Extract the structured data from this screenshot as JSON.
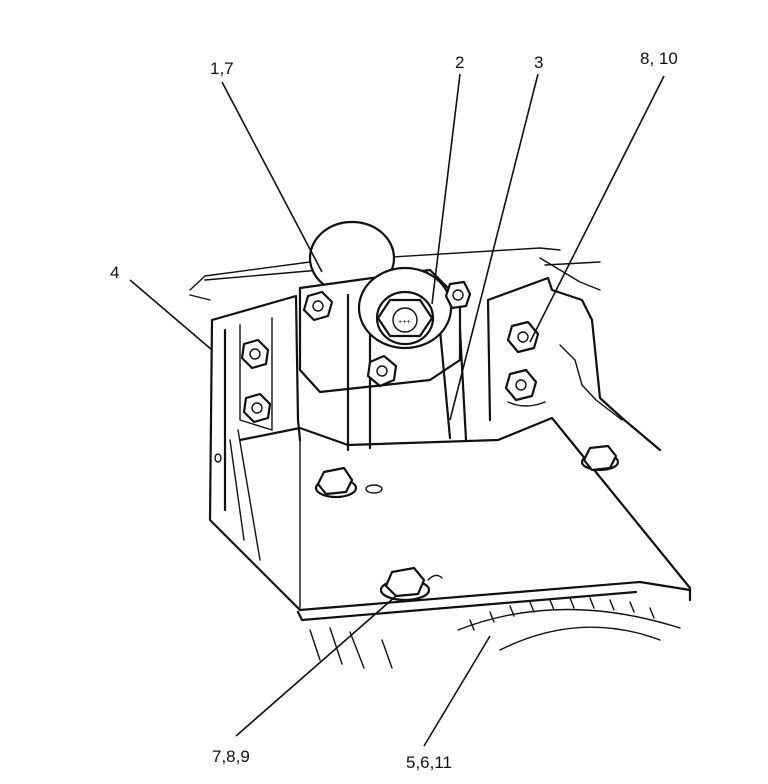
{
  "callouts": {
    "c1": "1,7",
    "c2": "2",
    "c3": "3",
    "c4": "4",
    "c5": "8, 10",
    "c6": "7,8,9",
    "c7": "5,6,11"
  }
}
